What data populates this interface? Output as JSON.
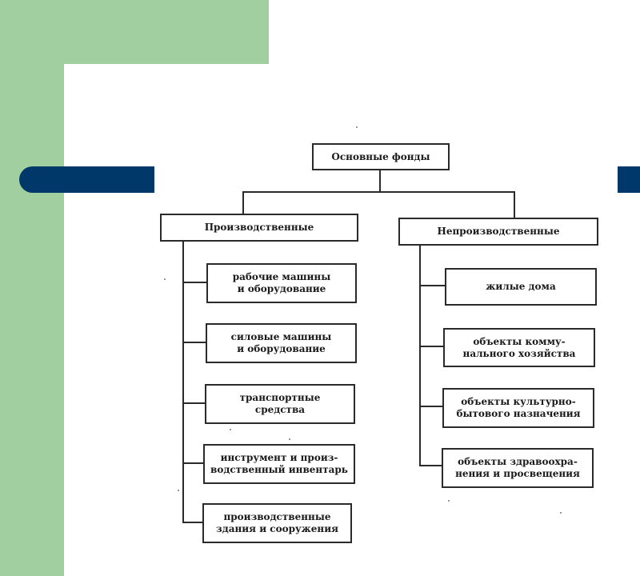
{
  "diagram": {
    "root": "Основные фонды",
    "left_branch": {
      "title": "Производственные",
      "items": [
        "рабочие машины\nи оборудование",
        "силовые машины\nи оборудование",
        "транспортные\nсредства",
        "инструмент и произ-\nводственный инвентарь",
        "производственные\nздания и сооружения"
      ]
    },
    "right_branch": {
      "title": "Непроизводственные",
      "items": [
        "жилые дома",
        "объекты комму-\nнального хозяйства",
        "объекты культурно-\nбытового назначения",
        "объекты здравоохра-\nнения и просвещения"
      ]
    }
  },
  "colors": {
    "green": "#a1cf9f",
    "navy": "#00386a",
    "ink": "#2a2a2a"
  }
}
